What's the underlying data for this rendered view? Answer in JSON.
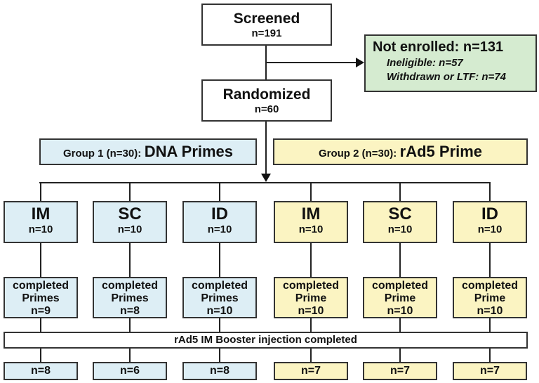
{
  "screened": {
    "title": "Screened",
    "count": "n=191"
  },
  "not_enrolled": {
    "title": "Not enrolled: n=131",
    "reasons": [
      "Ineligible: n=57",
      "Withdrawn or LTF: n=74"
    ]
  },
  "randomized": {
    "title": "Randomized",
    "count": "n=60"
  },
  "groups": [
    {
      "prefix": "Group 1 (n=30):",
      "name": "DNA Primes",
      "color": "#ddeef5"
    },
    {
      "prefix": "Group 2 (n=30):",
      "name": "rAd5 Prime",
      "color": "#fbf4c2"
    }
  ],
  "arms": [
    {
      "route": "IM",
      "count": "n=10",
      "completed_label": "completed",
      "completed_what": "Primes",
      "completed_count": "n=9",
      "boosted": "n=8"
    },
    {
      "route": "SC",
      "count": "n=10",
      "completed_label": "completed",
      "completed_what": "Primes",
      "completed_count": "n=8",
      "boosted": "n=6"
    },
    {
      "route": "ID",
      "count": "n=10",
      "completed_label": "completed",
      "completed_what": "Primes",
      "completed_count": "n=10",
      "boosted": "n=8"
    },
    {
      "route": "IM",
      "count": "n=10",
      "completed_label": "completed",
      "completed_what": "Prime",
      "completed_count": "n=10",
      "boosted": "n=7"
    },
    {
      "route": "SC",
      "count": "n=10",
      "completed_label": "completed",
      "completed_what": "Prime",
      "completed_count": "n=10",
      "boosted": "n=7"
    },
    {
      "route": "ID",
      "count": "n=10",
      "completed_label": "completed",
      "completed_what": "Prime",
      "completed_count": "n=10",
      "boosted": "n=7"
    }
  ],
  "booster": {
    "label": "rAd5 IM Booster injection completed"
  }
}
